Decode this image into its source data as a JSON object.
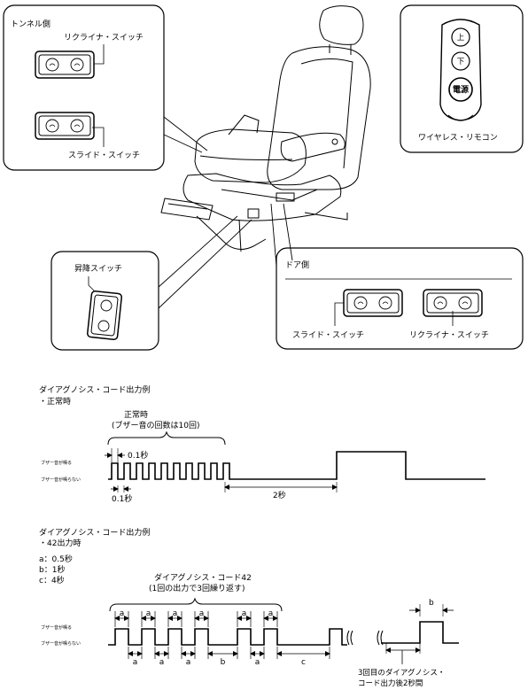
{
  "callouts": {
    "tunnel_side": "トンネル側",
    "tunnel_recliner": "リクライナ・スイッチ",
    "tunnel_slide": "スライド・スイッチ",
    "wireless_remote": "ワイヤレス・リモコン",
    "remote_up": "上",
    "remote_down": "下",
    "remote_power": "電源",
    "lift_switch": "昇降スイッチ",
    "door_side": "ドア側",
    "door_slide": "スライド・スイッチ",
    "door_recliner": "リクライナ・スイッチ"
  },
  "normal": {
    "heading": "ダイアグノシス・コード出力例",
    "subheading": "・正常時",
    "note1": "正常時",
    "note2": "(ブザー音の回数は10回)",
    "level_high": "ブザー音が鳴る",
    "level_low": "ブザー音が鳴らない",
    "pulse_on": "0.1秒",
    "pulse_off": "0.1秒",
    "pause": "2秒",
    "pulse_count": 10
  },
  "code42": {
    "heading": "ダイアグノシス・コード出力例",
    "subheading": "・42出力時",
    "legend": [
      "a：0.5秒",
      "b：1秒",
      "c：4秒"
    ],
    "brace1": "ダイアグノシス・コード42",
    "brace2": "(1回の出力で3回繰り返す)",
    "level_high": "ブザー音が鳴る",
    "level_low": "ブザー音が鳴らない",
    "top_labels": [
      "a",
      "a",
      "a",
      "a",
      "a",
      "a"
    ],
    "bottom_labels": [
      "a",
      "a",
      "a",
      "b",
      "a",
      "c"
    ],
    "side_label": "b",
    "after1": "3回目のダイアグノシス・",
    "after2": "コード出力後2秒間"
  }
}
